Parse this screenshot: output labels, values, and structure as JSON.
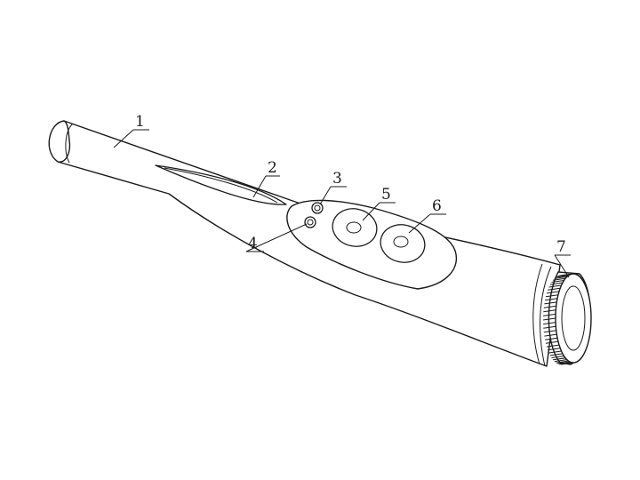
{
  "diagram": {
    "callouts": [
      {
        "id": "1",
        "label": "1"
      },
      {
        "id": "2",
        "label": "2"
      },
      {
        "id": "3",
        "label": "3"
      },
      {
        "id": "4",
        "label": "4"
      },
      {
        "id": "5",
        "label": "5"
      },
      {
        "id": "6",
        "label": "6"
      },
      {
        "id": "7",
        "label": "7"
      }
    ],
    "colors": {
      "line": "#1a1a1a",
      "background": "#ffffff"
    }
  }
}
